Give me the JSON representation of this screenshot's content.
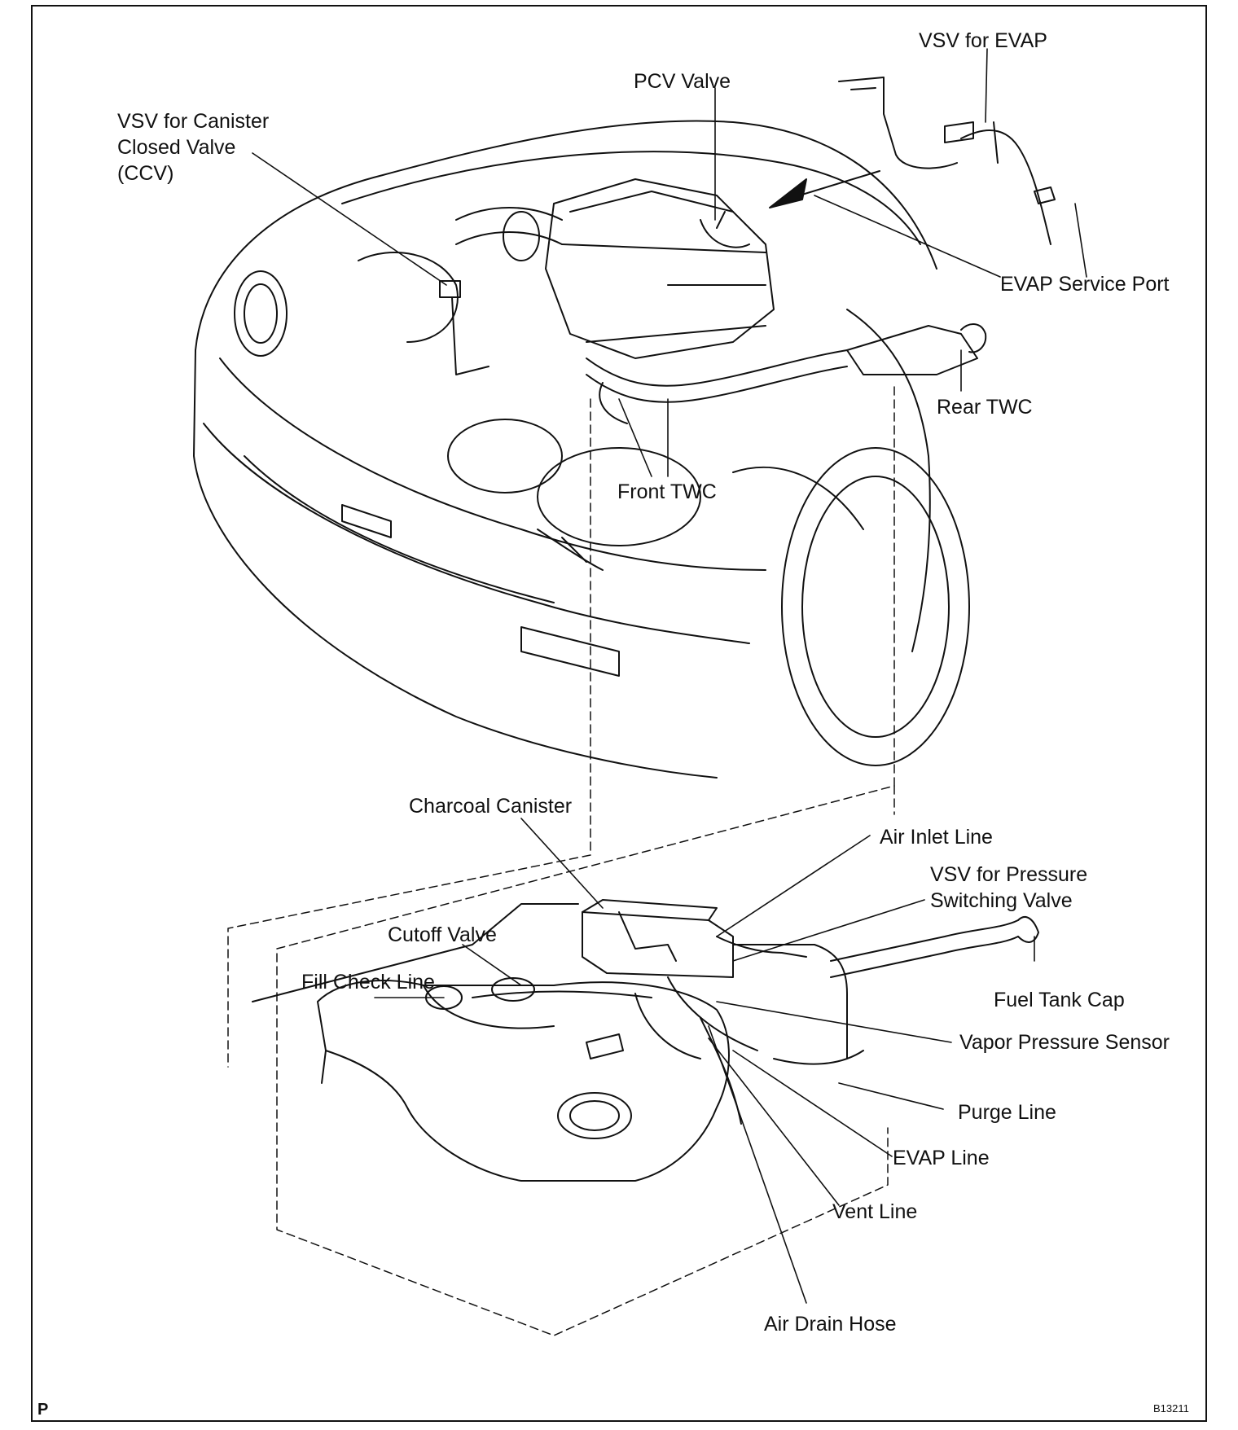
{
  "labels": {
    "vsv_evap": "VSV for EVAP",
    "pcv_valve": "PCV Valve",
    "vsv_ccv": "VSV for Canister\nClosed Valve\n(CCV)",
    "evap_service_port": "EVAP Service Port",
    "rear_twc": "Rear TWC",
    "front_twc": "Front TWC",
    "charcoal_canister": "Charcoal Canister",
    "air_inlet_line": "Air Inlet Line",
    "vsv_pressure_switching": "VSV for Pressure\nSwitching Valve",
    "cutoff_valve": "Cutoff Valve",
    "fill_check_line": "Fill Check Line",
    "fuel_tank_cap": "Fuel Tank Cap",
    "vapor_pressure_sensor": "Vapor Pressure Sensor",
    "purge_line": "Purge Line",
    "evap_line": "EVAP Line",
    "vent_line": "Vent Line",
    "air_drain_hose": "Air Drain Hose"
  },
  "corner_mark": "P",
  "figure_code": "B13211",
  "colors": {
    "ink": "#111111",
    "paper": "#ffffff"
  }
}
